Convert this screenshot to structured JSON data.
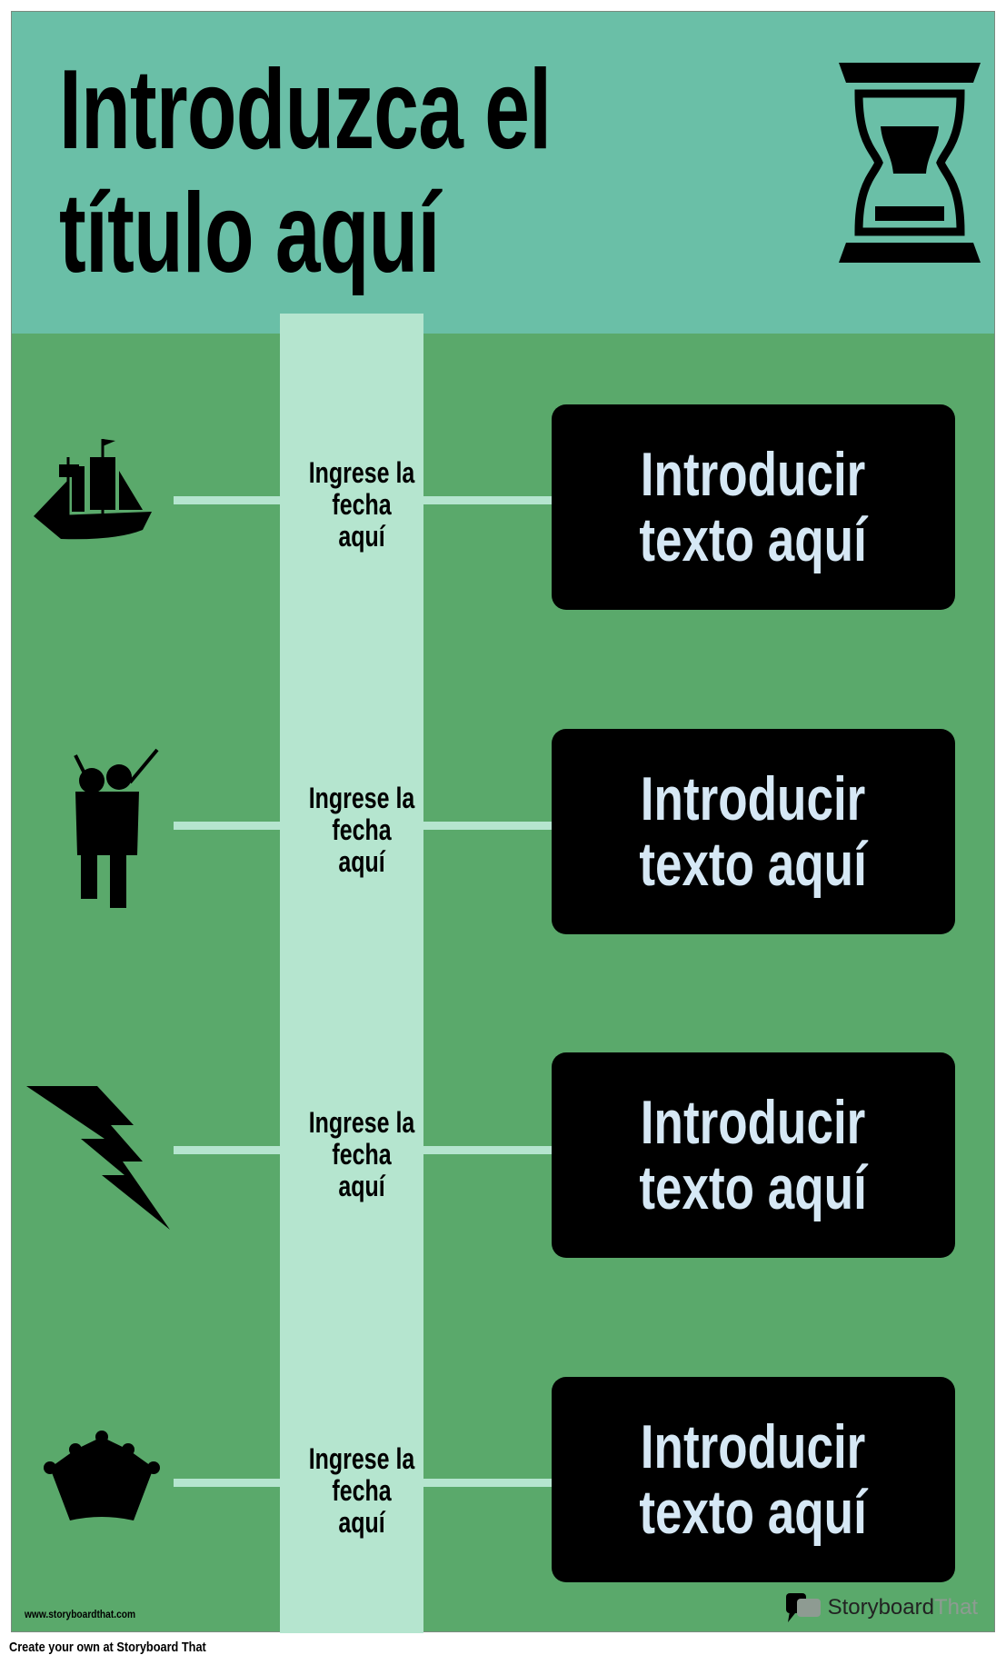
{
  "title": "Introduzca el título aquí",
  "title_lines": [
    "Introduzca el",
    "título aquí"
  ],
  "events": [
    {
      "icon": "ship-icon",
      "date": "Ingrese la fecha aquí",
      "text": "Introducir texto aquí"
    },
    {
      "icon": "bagpiper-icon",
      "date": "Ingrese la fecha aquí",
      "text": "Introducir texto aquí"
    },
    {
      "icon": "lightning-icon",
      "date": "Ingrese la fecha aquí",
      "text": "Introducir texto aquí"
    },
    {
      "icon": "crown-icon",
      "date": "Ingrese la fecha aquí",
      "text": "Introducir texto aquí"
    }
  ],
  "footer": {
    "url": "www.storyboardthat.com",
    "logo_a": "Storyboard",
    "logo_b": "That",
    "cta": "Create your own at Storyboard That"
  },
  "colors": {
    "header": "#6abfa7",
    "body": "#5aa96b",
    "column": "#b5e5cf",
    "box_text": "#d6e8f5"
  }
}
